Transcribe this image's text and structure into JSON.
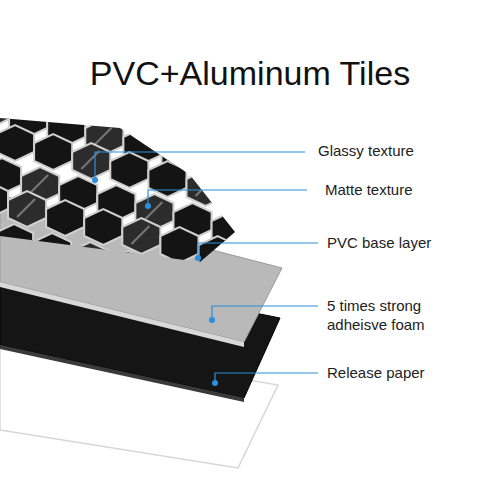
{
  "diagram": {
    "title": "PVC+Aluminum Tiles",
    "labels": [
      "Glassy texture",
      "Matte texture",
      "PVC base layer",
      "5 times strong adheisve foam",
      "Release paper"
    ]
  }
}
